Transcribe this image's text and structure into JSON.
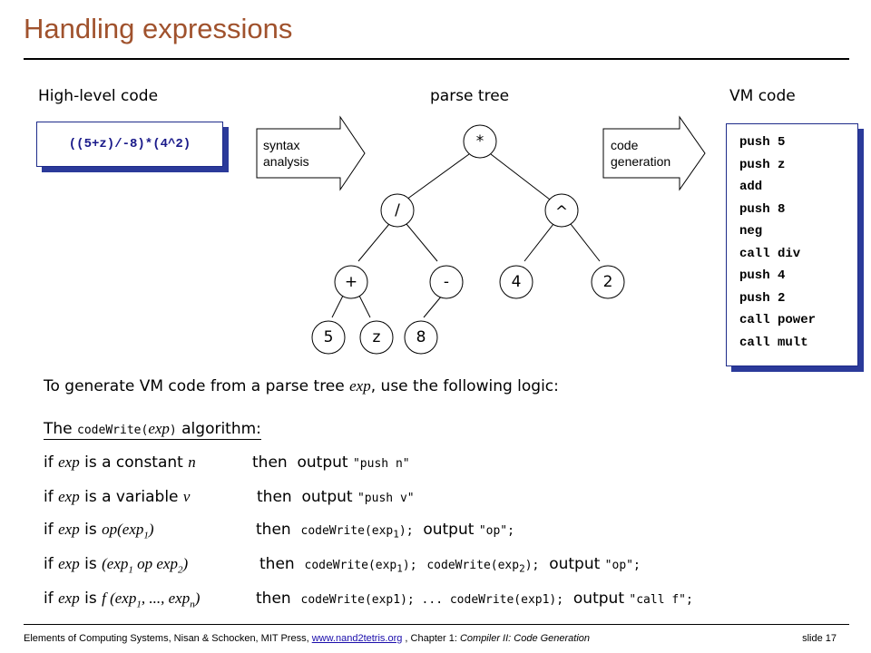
{
  "slide": {
    "title": "Handling expressions",
    "headers": {
      "high_level": "High-level code",
      "parse_tree": "parse tree",
      "vm_code": "VM code"
    },
    "expression": "((5+z)/-8)*(4^2)",
    "arrow_syntax": {
      "line1": "syntax",
      "line2": "analysis"
    },
    "arrow_codegen": {
      "line1": "code",
      "line2": "generation"
    },
    "tree": {
      "root": "*",
      "l1_left": "/",
      "l1_right": "^",
      "l2_plus": "+",
      "l2_minus": "-",
      "l2_four": "4",
      "l2_two": "2",
      "l3_five": "5",
      "l3_z": "z",
      "l3_eight": "8"
    },
    "vm_lines": [
      "push 5",
      "push z",
      "add",
      "push 8",
      "neg",
      "call div",
      "push 4",
      "push 2",
      "call power",
      "call mult"
    ],
    "logic": {
      "intro_pre": "To generate VM code from a parse tree ",
      "intro_exp": "exp",
      "intro_post": ", use the following logic:",
      "algo_pre": "The ",
      "algo_name": "codeWrite(",
      "algo_exp": "exp",
      "algo_close": ")",
      "algo_post": " algorithm:",
      "if": "if",
      "exp": "exp",
      "then": "then",
      "output": "output",
      "r1_is": "is a constant",
      "r1_n": "n",
      "r1_out": "\"push n\"",
      "r2_is": "is a variable",
      "r2_v": "v",
      "r2_out": "\"push v\"",
      "r3_is": "is",
      "r3_form": "op(exp",
      "r3_sub": "1",
      "r3_close": ")",
      "r3_cw": "codeWrite(exp",
      "r3_cw_sub": "1",
      "r3_cw_close": ");",
      "r3_out": "\"op\";",
      "r4_is": "is",
      "r4_form_a": "(exp",
      "r4_sub1": "1",
      "r4_form_b": " op exp",
      "r4_sub2": "2",
      "r4_form_c": ")",
      "r4_cw1": "codeWrite(exp",
      "r4_cw1_sub": "1",
      "r4_cw1_close": ");",
      "r4_cw2": "codeWrite(exp",
      "r4_cw2_sub": "2",
      "r4_cw2_close": ");",
      "r4_out": "\"op\";",
      "r5_is": "is",
      "r5_form_a": "f (exp",
      "r5_sub1": "1",
      "r5_form_b": ", ..., exp",
      "r5_subn": "n",
      "r5_form_c": ")",
      "r5_cw": "codeWrite(exp1); ... codeWrite(exp1);",
      "r5_out": "\"call f\";"
    },
    "footer": {
      "text1": "Elements of Computing Systems, Nisan & Schocken, MIT Press, ",
      "link": "www.nand2tetris.org",
      "text2": " , Chapter 1: ",
      "chapter": "Compiler II: Code Generation",
      "slide_no": "slide 17"
    },
    "colors": {
      "title": "#a0522d",
      "box_shadow": "#2b3a9a",
      "hl_text": "#1a1a8a"
    }
  }
}
